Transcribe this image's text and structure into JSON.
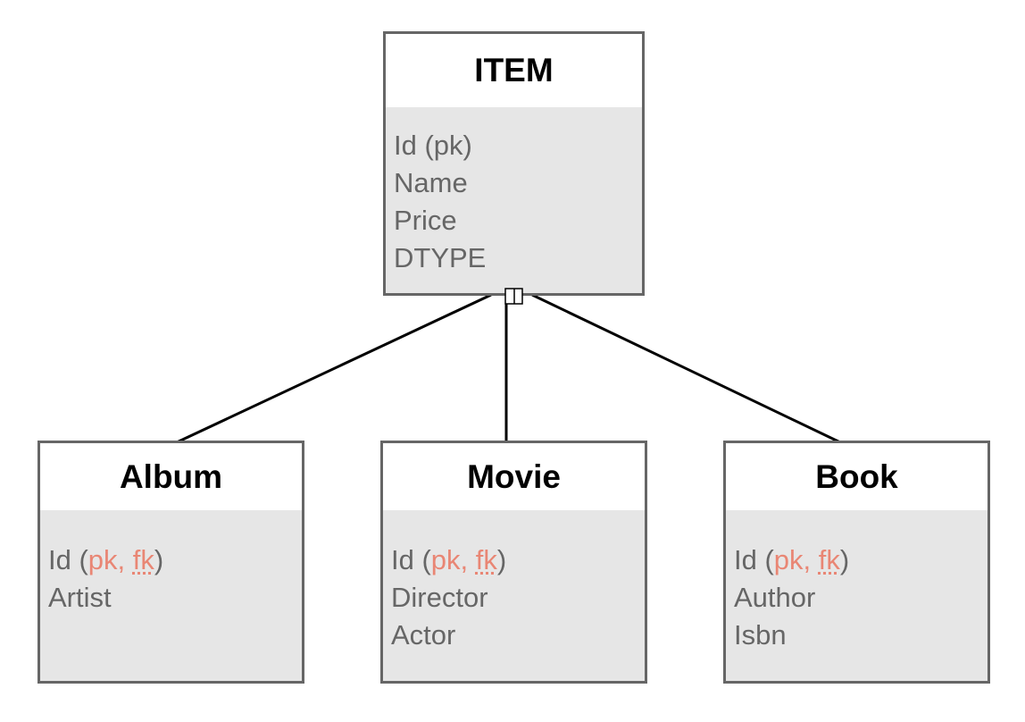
{
  "item": {
    "title": "ITEM",
    "fields": [
      "Id (pk)",
      "Name",
      "Price",
      "DTYPE"
    ]
  },
  "album": {
    "title": "Album",
    "id_prefix": "Id (",
    "pk": "pk",
    "sep": ", ",
    "fk": "fk",
    "id_suffix": ")",
    "fields": [
      "Artist"
    ]
  },
  "movie": {
    "title": "Movie",
    "id_prefix": "Id (",
    "pk": "pk",
    "sep": ", ",
    "fk": "fk",
    "id_suffix": ")",
    "fields": [
      "Director",
      "Actor"
    ]
  },
  "book": {
    "title": "Book",
    "id_prefix": "Id (",
    "pk": "pk",
    "sep": ", ",
    "fk": "fk",
    "id_suffix": ")",
    "fields": [
      "Author",
      "Isbn"
    ]
  },
  "colors": {
    "border": "#666666",
    "body_fill": "#e6e6e6",
    "field_text": "#666666",
    "key_text": "#e98674",
    "connector": "#000000"
  }
}
